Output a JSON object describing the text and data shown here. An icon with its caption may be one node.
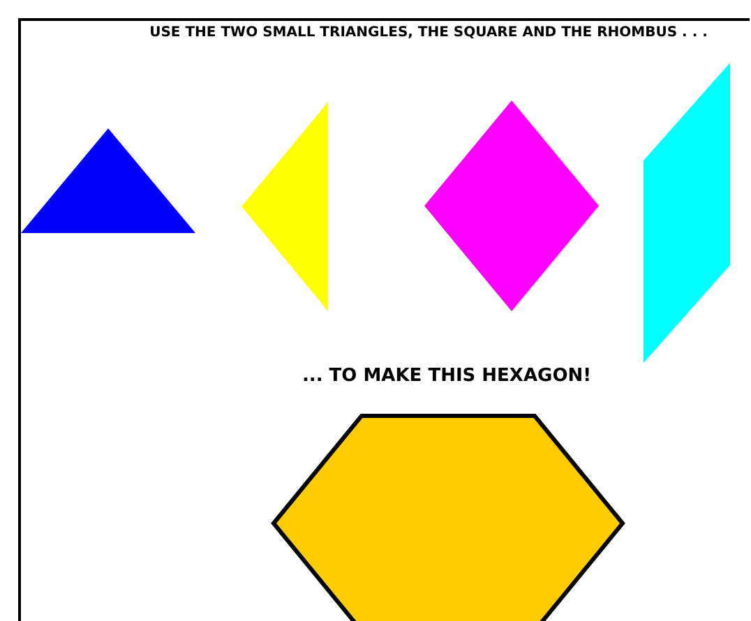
{
  "diagram": {
    "nodes": [
      {
        "text": [],
        "shape": "triangle"
      },
      {
        "text": [],
        "shape": "triangle"
      },
      {
        "text": [],
        "shape": "square"
      },
      {
        "text": [],
        "shape": "rhombus"
      },
      {
        "text": [],
        "shape": "hexagon"
      }
    ],
    "labels": [
      "USE THE TWO SMALL TRIANGLES, THE SQUARE AND THE RHOMBUS . . .",
      "... TO MAKE THIS HEXAGON!"
    ]
  }
}
